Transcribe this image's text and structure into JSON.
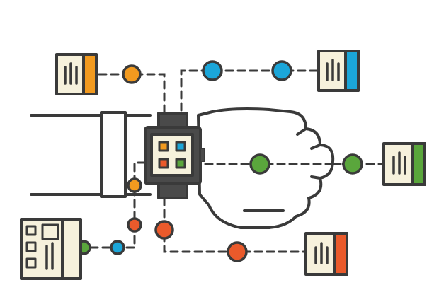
{
  "colors": {
    "stroke": "#3a3a3a",
    "card_fill": "#f6f1dc",
    "orange": "#f29a1f",
    "blue": "#1ba6d9",
    "green": "#5aa63c",
    "red": "#ea5a2b",
    "strap": "#4a4a4a",
    "screen_bg": "#f6f1dc"
  },
  "icons": [
    "smartwatch-icon",
    "card-icon-orange",
    "card-icon-blue",
    "card-icon-green",
    "card-icon-red",
    "card-icon-grid",
    "node-dot"
  ]
}
